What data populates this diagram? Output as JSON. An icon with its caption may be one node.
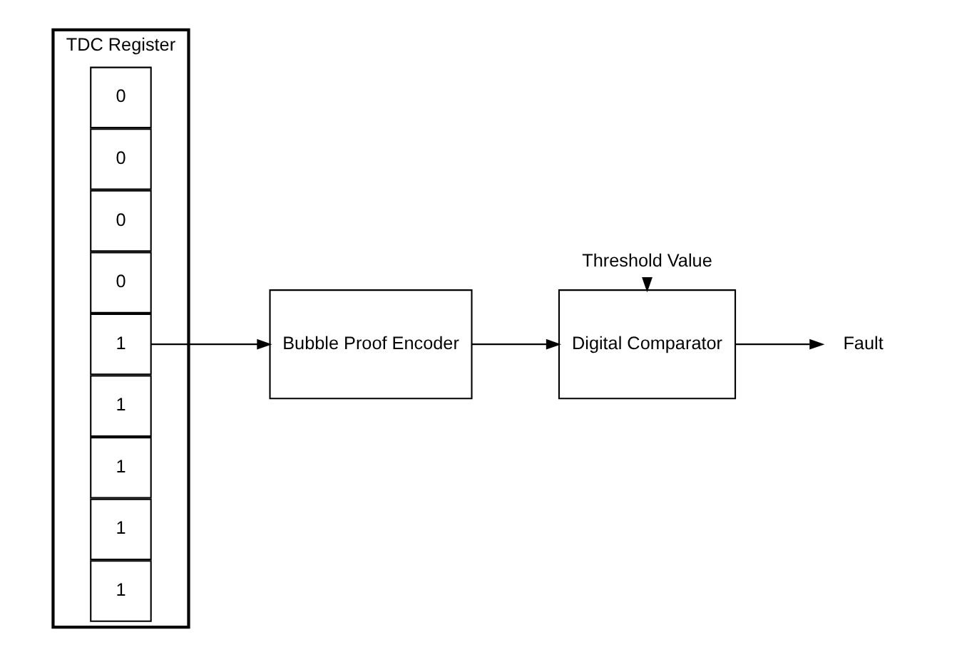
{
  "diagram": {
    "nodes": [
      {
        "text": [
          "TDC Register"
        ]
      },
      {
        "text": [
          "0"
        ],
        "in": 0
      },
      {
        "text": [
          "0"
        ],
        "in": 0
      },
      {
        "text": [
          "0"
        ],
        "in": 0
      },
      {
        "text": [
          "0"
        ],
        "in": 0
      },
      {
        "text": [
          "1"
        ],
        "in": 0
      },
      {
        "text": [
          "1"
        ],
        "in": 0
      },
      {
        "text": [
          "1"
        ],
        "in": 0
      },
      {
        "text": [
          "1"
        ],
        "in": 0
      },
      {
        "text": [
          "1"
        ],
        "in": 0
      },
      {
        "text": [
          "Bubble Proof Encoder"
        ]
      },
      {
        "text": [
          "Digital Comparator"
        ]
      },
      {
        "text": [
          "Fault"
        ]
      },
      {
        "text": [
          "Threshold Value"
        ]
      }
    ],
    "edges": [
      {
        "from": 5,
        "to": 10,
        "arrow": "to"
      },
      {
        "from": 10,
        "to": 11,
        "arrow": "to"
      },
      {
        "from": 11,
        "to": 12,
        "arrow": "to"
      },
      {
        "from": 13,
        "to": 11,
        "arrow": "to"
      }
    ]
  }
}
